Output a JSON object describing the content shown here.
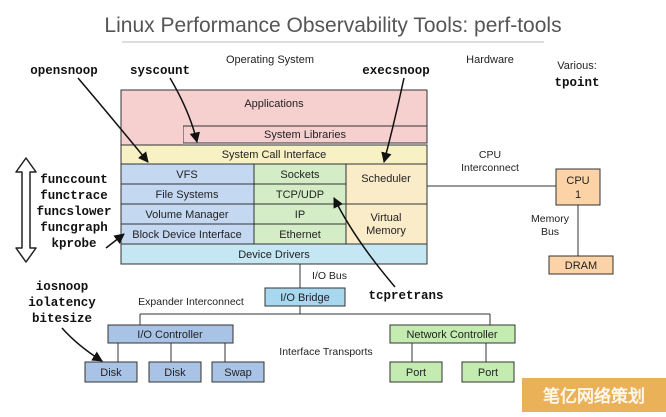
{
  "title": "Linux Performance Observability Tools: perf-tools",
  "regions": {
    "operating_system": "Operating System",
    "hardware": "Hardware",
    "various": "Various:",
    "cpu_interconnect": [
      "CPU",
      "Interconnect"
    ],
    "memory_bus": [
      "Memory",
      "Bus"
    ],
    "io_bus": "I/O Bus",
    "expander_interconnect": "Expander Interconnect",
    "interface_transports": "Interface Transports"
  },
  "tools": {
    "tpoint": "tpoint",
    "opensnoop": "opensnoop",
    "syscount": "syscount",
    "execsnoop": "execsnoop",
    "tcpretrans": "tcpretrans",
    "function_group": [
      "funccount",
      "functrace",
      "funcslower",
      "funcgraph",
      "kprobe"
    ],
    "io_group": [
      "iosnoop",
      "iolatency",
      "bitesize"
    ]
  },
  "boxes": {
    "applications": "Applications",
    "system_libraries": "System Libraries",
    "system_call_interface": "System Call Interface",
    "vfs": "VFS",
    "file_systems": "File Systems",
    "volume_manager": "Volume Manager",
    "block_device_interface": "Block Device Interface",
    "sockets": "Sockets",
    "tcp_udp": "TCP/UDP",
    "ip": "IP",
    "ethernet": "Ethernet",
    "scheduler": "Scheduler",
    "virtual_memory": [
      "Virtual",
      "Memory"
    ],
    "device_drivers": "Device Drivers",
    "cpu": [
      "CPU",
      "1"
    ],
    "dram": "DRAM",
    "io_bridge": "I/O Bridge",
    "io_controller": "I/O Controller",
    "network_controller": "Network Controller",
    "disk_1": "Disk",
    "disk_2": "Disk",
    "swap": "Swap",
    "port_1": "Port",
    "port_2": "Port"
  },
  "watermark": "笔亿网络策划",
  "colors": {
    "applications": "#f6cfcf",
    "syscall": "#f7f1c4",
    "fs_stack": "#c5d8f2",
    "net_stack": "#d4edc7",
    "sched_vm": "#faecc8",
    "drivers": "#c4e7f3",
    "cpu_dram": "#fbd3a6",
    "io_ctrl": "#a9c3e6",
    "net_ctrl": "#c4ecb1",
    "io_bridge": "#a7d8f0",
    "watermark_bg": "#e8a33b"
  }
}
